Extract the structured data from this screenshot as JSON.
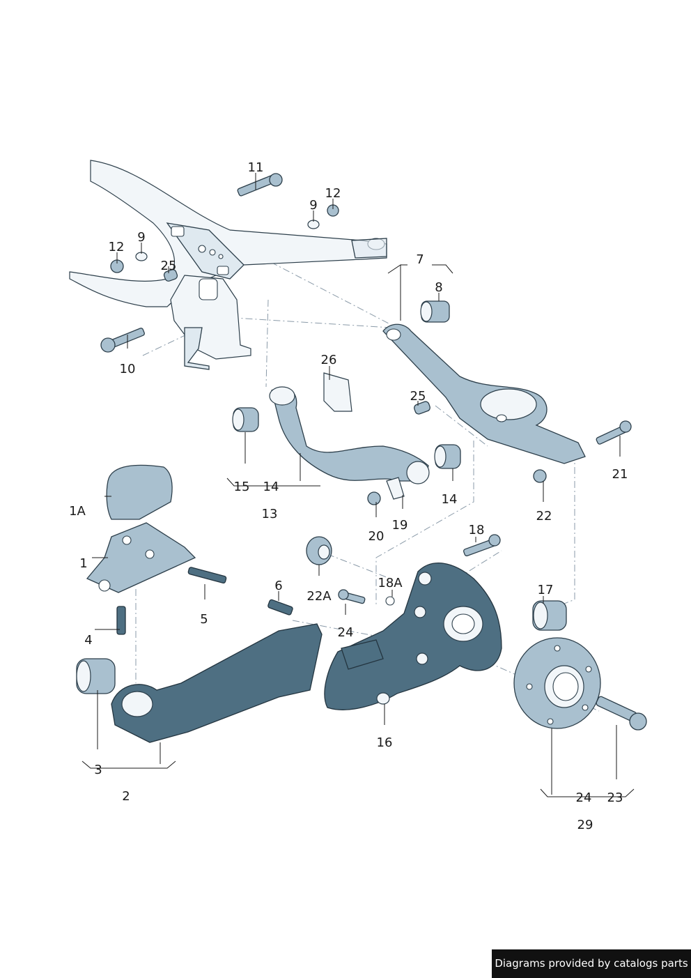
{
  "labels": {
    "l11": "11",
    "l12a": "12",
    "l9a": "9",
    "l9b": "9",
    "l12b": "12",
    "l25a": "25",
    "l10": "10",
    "l7": "7",
    "l8": "8",
    "l26": "26",
    "l25b": "25",
    "l21": "21",
    "l15": "15",
    "l14a": "14",
    "l13": "13",
    "l14b": "14",
    "l22": "22",
    "l19": "19",
    "l20": "20",
    "l1A": "1A",
    "l1": "1",
    "l18": "18",
    "l22A": "22A",
    "l18A": "18A",
    "l6": "6",
    "l17": "17",
    "l5": "5",
    "l4": "4",
    "l24a": "24",
    "l16": "16",
    "l3": "3",
    "l2": "2",
    "l24b": "24",
    "l23": "23",
    "l29": "29"
  },
  "footer": {
    "credit": "Diagrams provided by catalogs parts"
  }
}
